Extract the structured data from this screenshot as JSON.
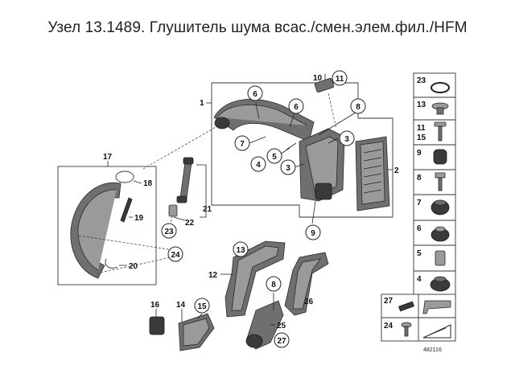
{
  "title": "Узел 13.1489. Глушитель шума всас./смен.элем.фил./HFM",
  "drawing_number": "482116",
  "callouts": {
    "c6a": "6",
    "c6b": "6",
    "c8a": "8",
    "c7": "7",
    "c5": "5",
    "c4": "4",
    "c3a": "3",
    "c3b": "3",
    "c9": "9",
    "c11": "11",
    "c23": "23",
    "c24": "24",
    "c13": "13",
    "c15": "15",
    "c8b": "8",
    "c27": "27"
  },
  "labels": {
    "l1": "1",
    "l2": "2",
    "l10": "10",
    "l17": "17",
    "l18": "18",
    "l19": "19",
    "l20": "20",
    "l21": "21",
    "l22": "22",
    "l12": "12",
    "l14": "14",
    "l16": "16",
    "l25": "25",
    "l26": "26"
  },
  "side_panel": [
    {
      "num": "23",
      "icon": "o-ring-icon"
    },
    {
      "num": "13",
      "icon": "clip-nut-icon"
    },
    {
      "num": "11\n15",
      "icon": "screw-icon"
    },
    {
      "num": "9",
      "icon": "rubber-mount-icon"
    },
    {
      "num": "8",
      "icon": "bolt-icon"
    },
    {
      "num": "7",
      "icon": "grommet-icon"
    },
    {
      "num": "6",
      "icon": "bushing-icon"
    },
    {
      "num": "5",
      "icon": "sleeve-icon"
    },
    {
      "num": "4",
      "icon": "damper-icon"
    }
  ],
  "bottom_panel": [
    {
      "num": "27",
      "icon": "seal-strip-icon"
    },
    {
      "num": "",
      "icon": "bracket-icon"
    },
    {
      "num": "24",
      "icon": "bolt-washer-icon"
    },
    {
      "num": "",
      "icon": "wedge-icon"
    }
  ]
}
